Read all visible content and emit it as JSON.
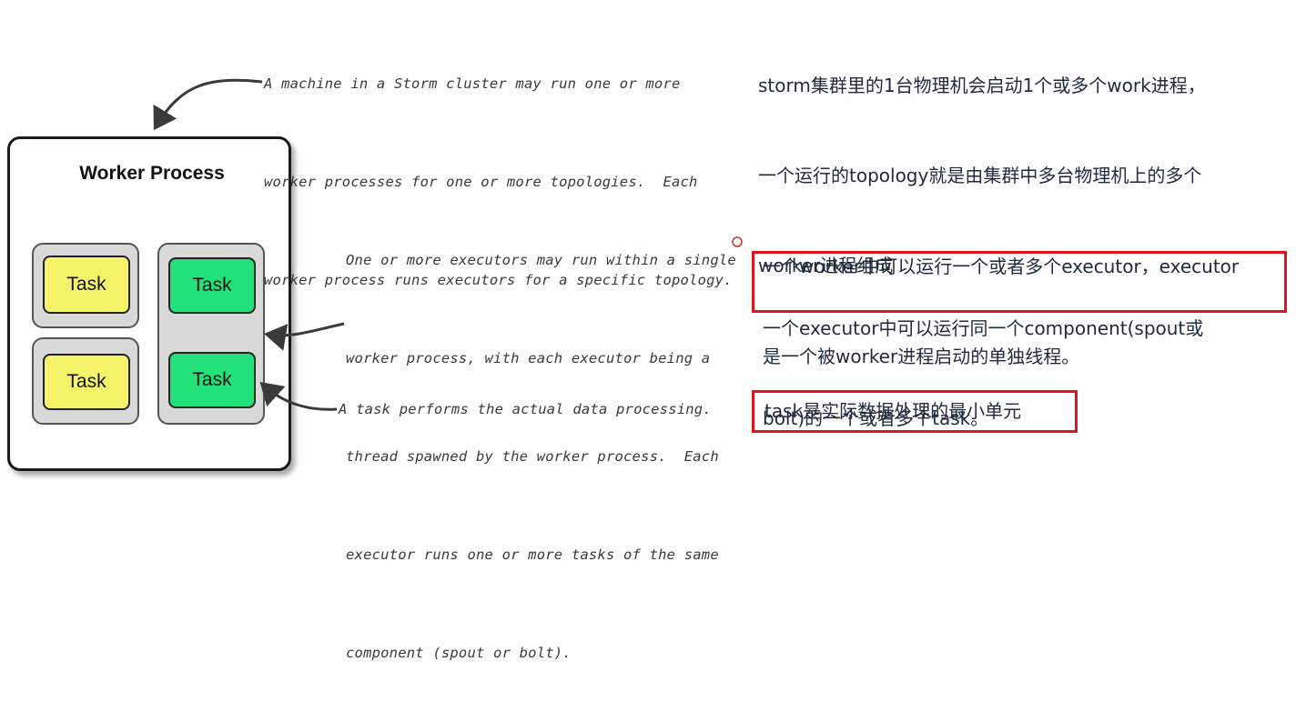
{
  "worker": {
    "title": "Worker Process"
  },
  "tasks": [
    "Task",
    "Task",
    "Task",
    "Task"
  ],
  "notes": {
    "machine": [
      "A machine in a Storm cluster may run one or more",
      "worker processes for one or more topologies.  Each",
      "worker process runs executors for a specific topology."
    ],
    "executor": [
      "One or more executors may run within a single",
      "worker process, with each executor being a",
      "thread spawned by the worker process.  Each",
      "executor runs one or more tasks of the same",
      "component (spout or bolt)."
    ],
    "task": "A task performs the actual data processing."
  },
  "chinese": {
    "block1": [
      "storm集群里的1台物理机会启动1个或多个work进程，",
      "一个运行的topology就是由集群中多台物理机上的多个",
      "worker进程组成"
    ],
    "block2": [
      "一个worker中可以运行一个或者多个executor，executor",
      "是一个被worker进程启动的单独线程。"
    ],
    "block3": [
      "一个executor中可以运行同一个component(spout或",
      "bolt)的一个或者多个task。"
    ],
    "block4": "task是实际数据处理的最小单元"
  },
  "colors": {
    "yellow_task": "#f4f36a",
    "green_task": "#22e07a",
    "highlight_border": "#e0141e",
    "chinese_text": "#1f2a3c"
  }
}
